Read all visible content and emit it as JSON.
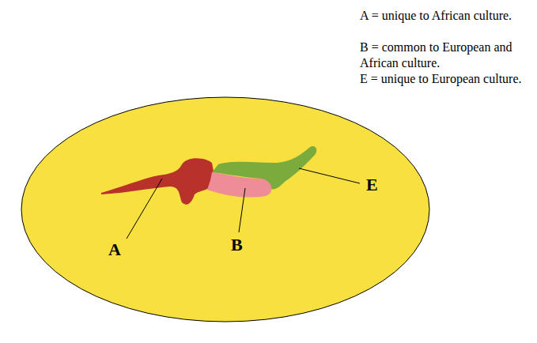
{
  "diagram": {
    "labels": [
      "A = unique to African culture.",
      "B = common to European and African culture.",
      "E = unique to European culture.",
      "A",
      "B",
      "E"
    ]
  }
}
